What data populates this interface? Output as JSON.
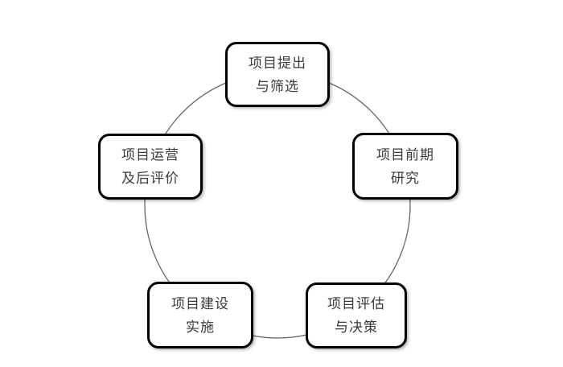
{
  "diagram": {
    "type": "cycle",
    "background_color": "#ffffff",
    "circle_stroke_color": "#666666",
    "box_border_color": "#000000",
    "text_color": "#3a3a3a",
    "nodes": [
      {
        "position": "top",
        "line1": "项目提出",
        "line2": "与筛选"
      },
      {
        "position": "right",
        "line1": "项目前期",
        "line2": "研究"
      },
      {
        "position": "bottom-right",
        "line1": "项目评估",
        "line2": "与决策"
      },
      {
        "position": "bottom-left",
        "line1": "项目建设",
        "line2": "实施"
      },
      {
        "position": "left",
        "line1": "项目运营",
        "line2": "及后评价"
      }
    ]
  }
}
